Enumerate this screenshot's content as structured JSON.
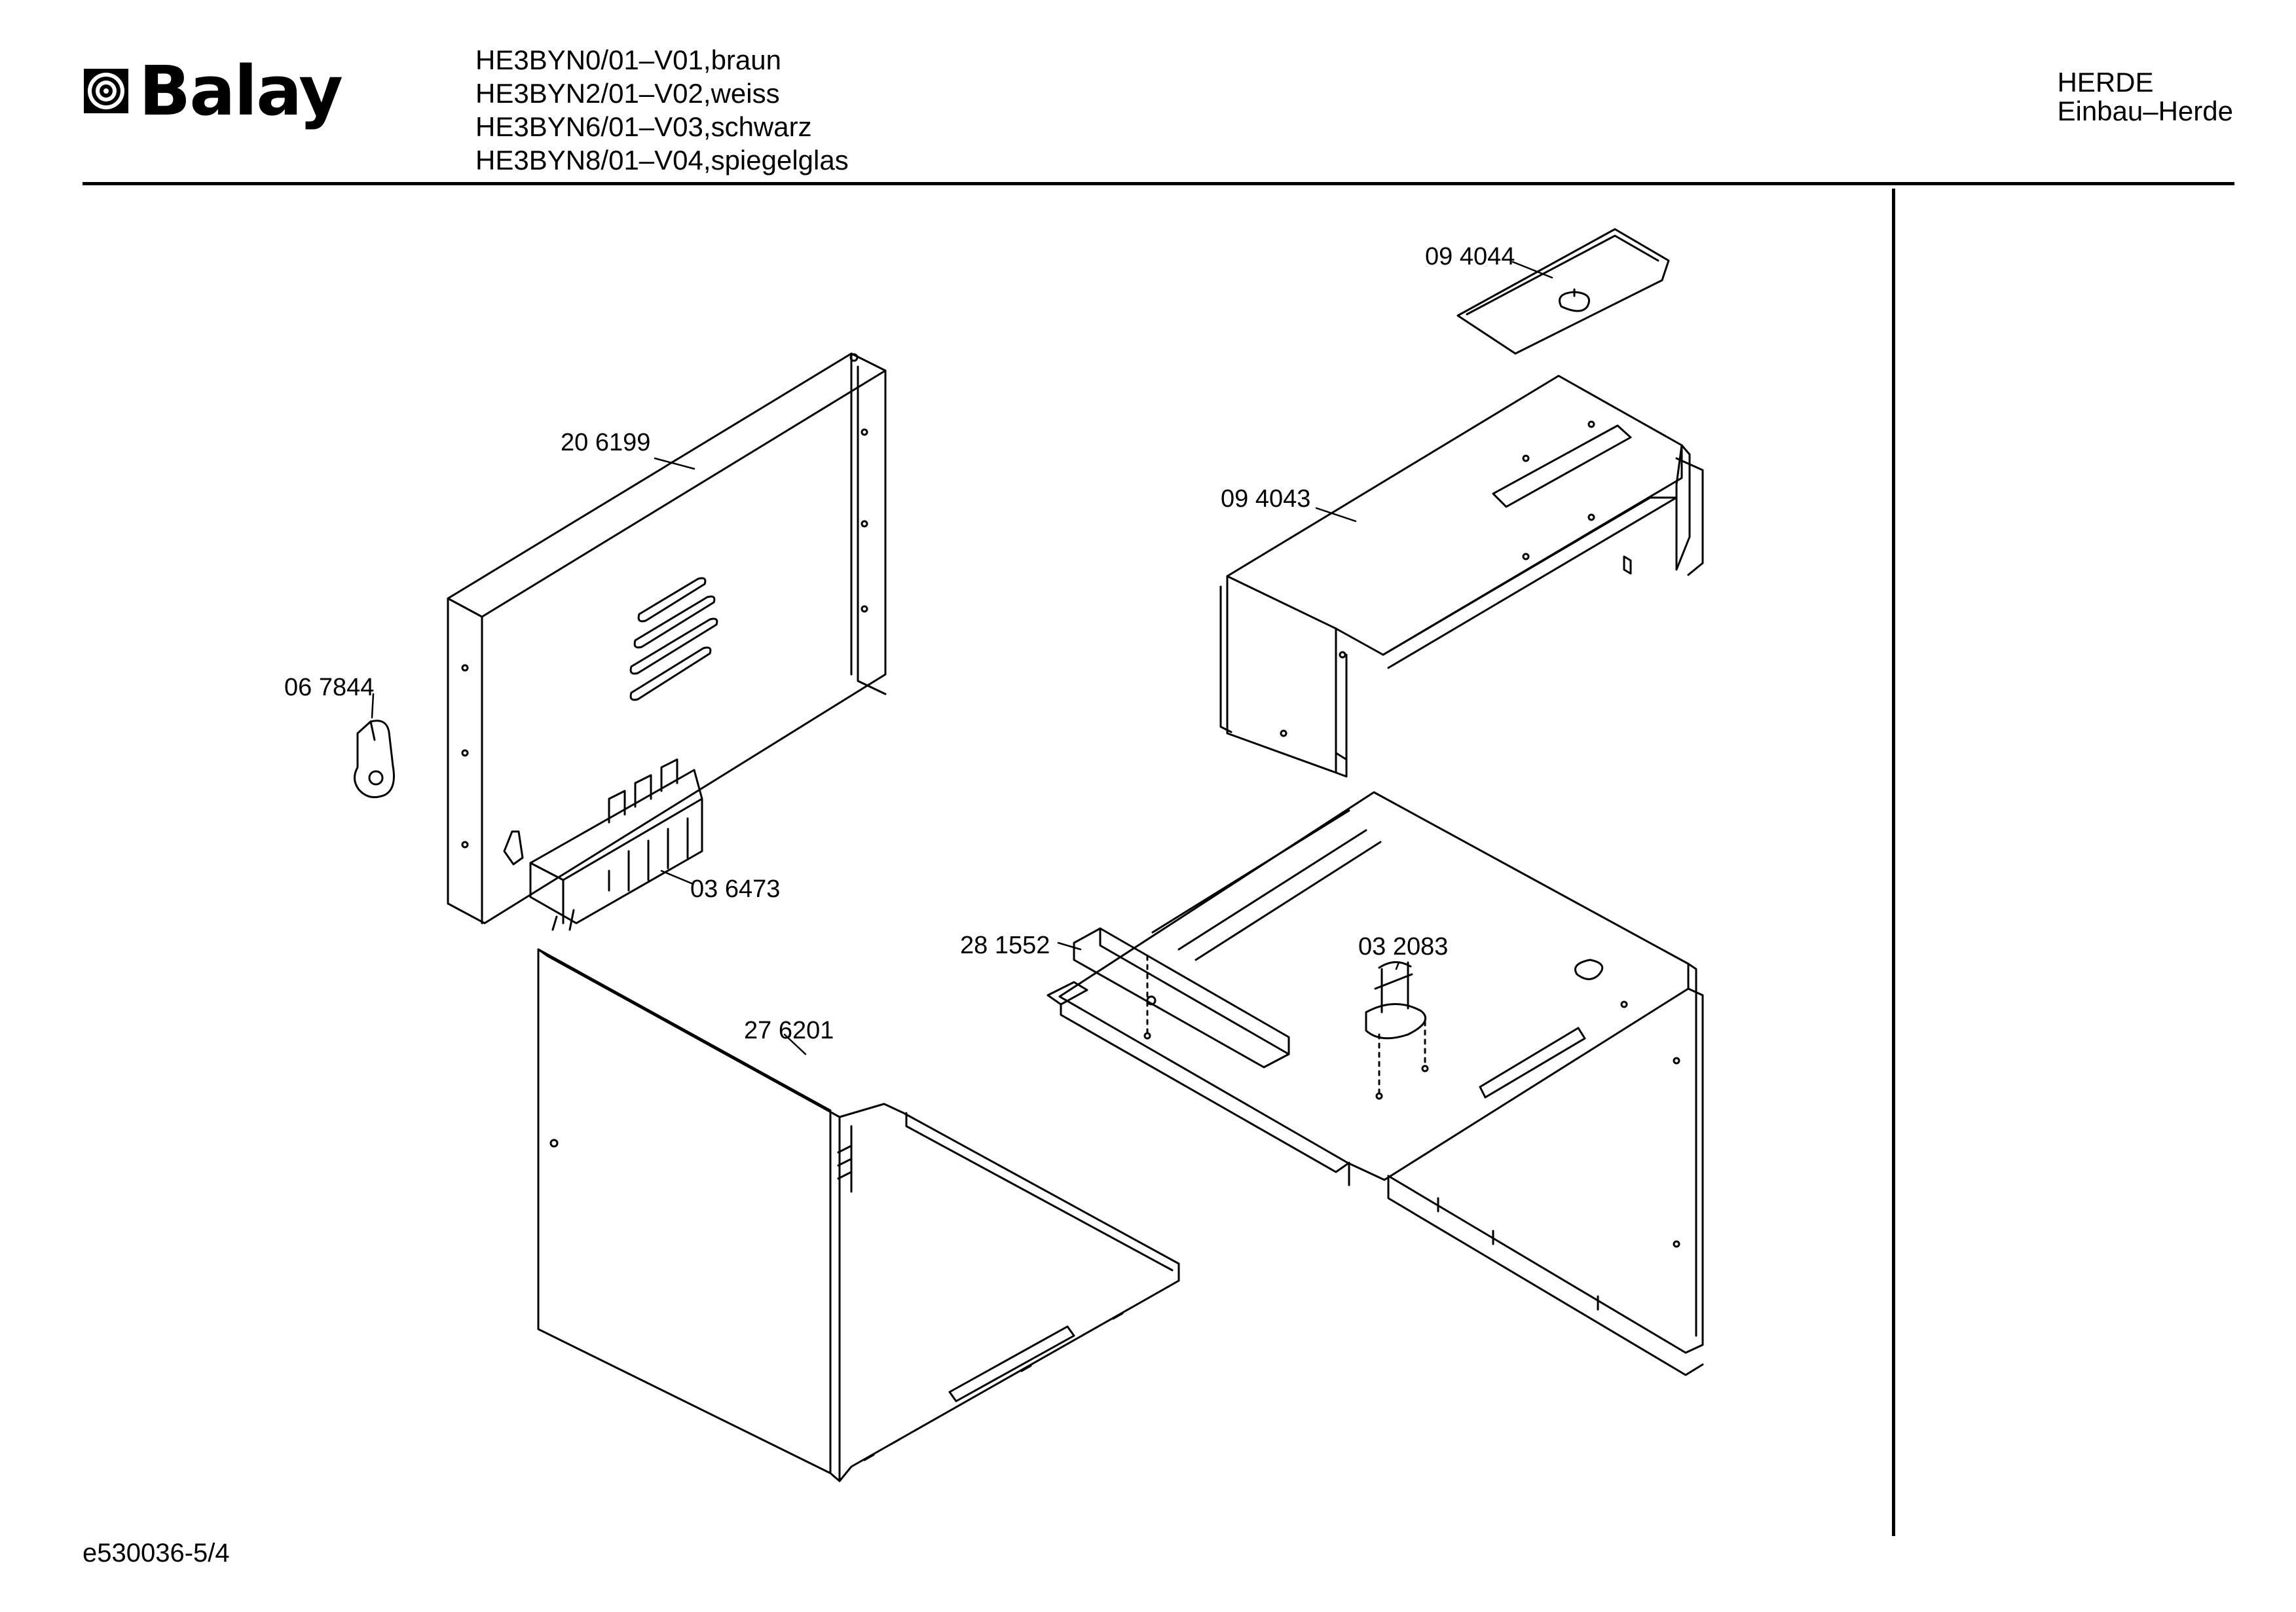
{
  "header": {
    "brand": "Balay",
    "brand_icon": "balay-spiral-icon",
    "models": [
      "HE3BYN0/01–V01,braun",
      "HE3BYN2/01–V02,weiss",
      "HE3BYN6/01–V03,schwarz",
      "HE3BYN8/01–V04,spiegelglas"
    ],
    "category": "HERDE",
    "subcategory": "Einbau–Herde"
  },
  "parts": {
    "p094044": "09 4044",
    "p206199": "20 6199",
    "p094043": "09 4043",
    "p067844": "06 7844",
    "p036473": "03 6473",
    "p281552": "28 1552",
    "p032083": "03 2083",
    "p276201": "27 6201"
  },
  "footer": {
    "drawing_code": "e530036-5/4"
  }
}
